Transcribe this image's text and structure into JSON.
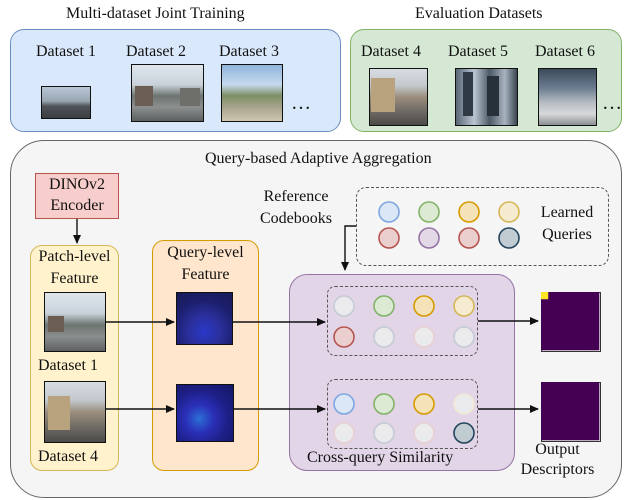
{
  "top": {
    "training_title": "Multi-dataset Joint Training",
    "evaluation_title": "Evaluation Datasets",
    "training_datasets": [
      "Dataset 1",
      "Dataset 2",
      "Dataset 3"
    ],
    "evaluation_datasets": [
      "Dataset 4",
      "Dataset 5",
      "Dataset 6"
    ],
    "ellipsis": "…"
  },
  "main": {
    "title": "Query-based Adaptive Aggregation",
    "encoder": "DINOv2\nEncoder",
    "patch_feature": "Patch-level\nFeature",
    "query_feature": "Query-level\nFeature",
    "reference_codebooks": "Reference\nCodebooks",
    "learned_queries": "Learned\nQueries",
    "dataset_a": "Dataset 1",
    "dataset_b": "Dataset 4",
    "similarity": "Cross-query Similarity",
    "output": "Output\nDescriptors"
  },
  "colors": {
    "training_bg": "#dae8fc",
    "training_border": "#6c8ebf",
    "evaluation_bg": "#d5e8d4",
    "evaluation_border": "#82b366",
    "encoder_bg": "#f8cecc",
    "encoder_border": "#b85450",
    "patch_bg": "#fff2cc",
    "patch_border": "#d6b656",
    "query_bg": "#ffe6cc",
    "query_border": "#d79b00",
    "similarity_bg": "#e1d5e7",
    "similarity_border": "#9673a6",
    "main_bg": "#f5f5f5",
    "query_blue": "#7ea6e0",
    "query_green": "#82b366",
    "query_orange": "#d79b00",
    "query_yellow": "#d6b656",
    "query_red": "#b85450",
    "query_purple": "#9673a6",
    "query_slate": "#23445d"
  }
}
